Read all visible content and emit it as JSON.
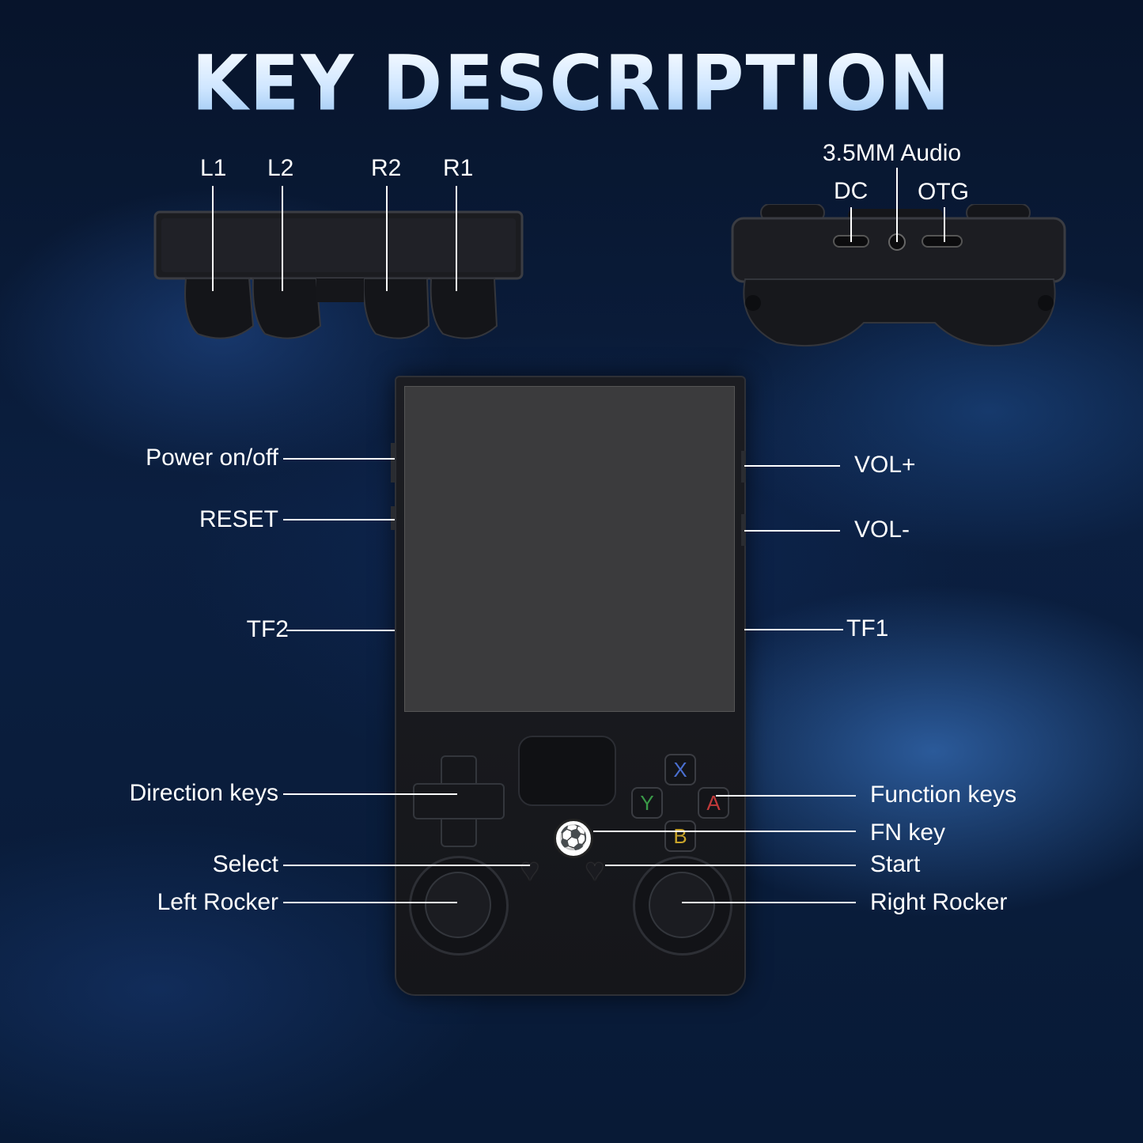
{
  "title": "KEY DESCRIPTION",
  "top_view_left": {
    "labels": [
      "L1",
      "L2",
      "R2",
      "R1"
    ]
  },
  "top_view_right": {
    "audio": "3.5MM Audio",
    "dc": "DC",
    "otg": "OTG"
  },
  "left_labels": {
    "power": "Power on/off",
    "reset": "RESET",
    "tf2": "TF2",
    "direction": "Direction keys",
    "select": "Select",
    "left_rocker": "Left Rocker"
  },
  "right_labels": {
    "vol_up": "VOL+",
    "vol_down": "VOL-",
    "tf1": "TF1",
    "function": "Function keys",
    "fn": "FN key",
    "start": "Start",
    "right_rocker": "Right Rocker"
  },
  "face_buttons": {
    "x": "X",
    "y": "Y",
    "a": "A",
    "b": "B",
    "x_color": "#4a6fd0",
    "y_color": "#3a9a48",
    "a_color": "#c23a3a",
    "b_color": "#c9a42a"
  },
  "fn_icon": "soccer-ball-icon",
  "colors": {
    "label_text": "#ffffff",
    "title": "#dceeff"
  }
}
